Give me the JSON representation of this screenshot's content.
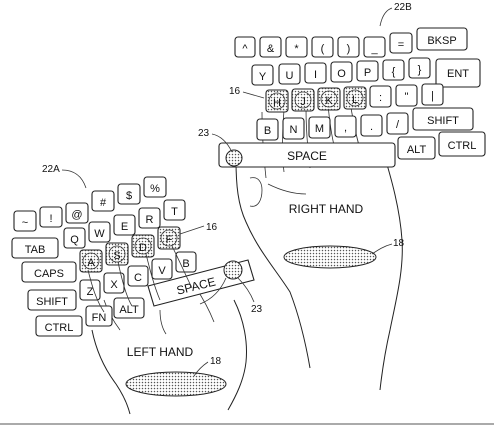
{
  "figure": {
    "right_keyboard": {
      "ref": "22B",
      "rows": [
        [
          "^",
          "&",
          "*",
          "(",
          ")",
          "_",
          "=",
          "BKSP"
        ],
        [
          "Y",
          "U",
          "I",
          "O",
          "P",
          "{",
          "}",
          "ENT"
        ],
        [
          "H",
          "J",
          "K",
          "L",
          ":",
          "\"",
          "|"
        ],
        [
          "B",
          "N",
          "M",
          ",",
          ".",
          "/",
          "SHIFT"
        ],
        [
          "SPACE",
          "ALT",
          "CTRL"
        ]
      ]
    },
    "left_keyboard": {
      "ref": "22A",
      "rows": [
        [
          "~",
          "!",
          "@",
          "#",
          "$",
          "%"
        ],
        [
          "TAB",
          "Q",
          "W",
          "E",
          "R",
          "T"
        ],
        [
          "CAPS",
          "A",
          "S",
          "D",
          "F"
        ],
        [
          "SHIFT",
          "Z",
          "X",
          "C",
          "V",
          "B"
        ],
        [
          "CTRL",
          "FN",
          "ALT",
          "SPACE"
        ]
      ]
    },
    "labels": {
      "right_hand": "RIGHT HAND",
      "left_hand": "LEFT HAND",
      "sensor_ref_16": "16",
      "thumb_ref_23": "23",
      "palm_ref_18": "18"
    },
    "colors": {
      "ink": "#222222",
      "paper": "#ffffff",
      "stipple": "#9a9a9a"
    }
  }
}
